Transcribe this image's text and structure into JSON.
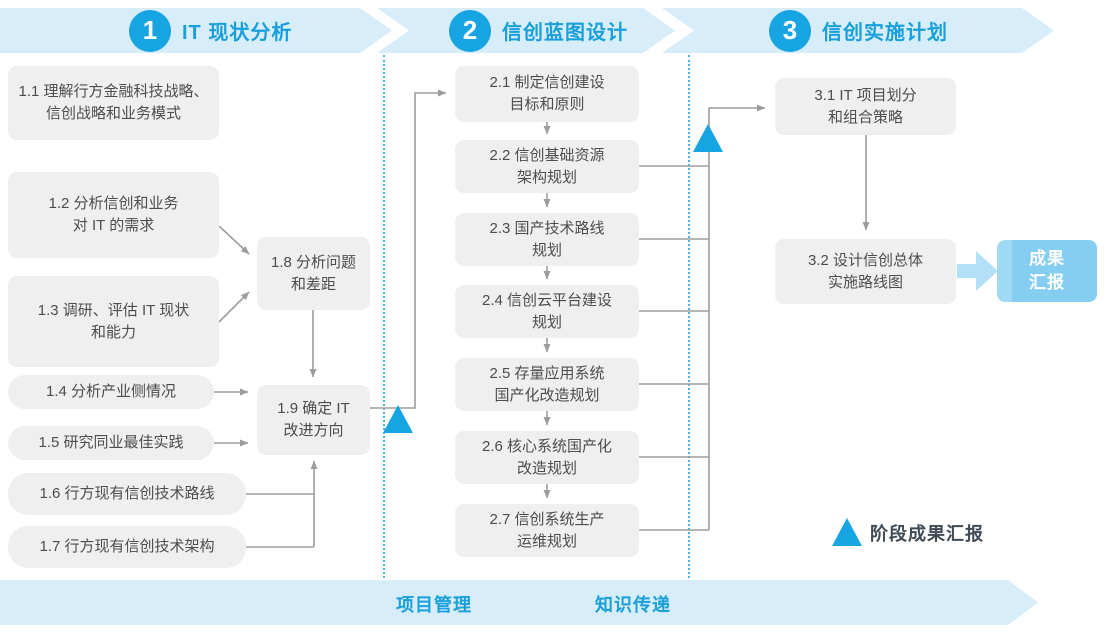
{
  "palette": {
    "accent_blue": "#17a4e3",
    "banner_bg": "#d7edf9",
    "title_blue": "#189fdc",
    "box_bg": "#efefef",
    "box_text": "#4d4d4d",
    "connector_gray": "#9d9d9d",
    "result_box_bg": "#85cef1",
    "thick_arrow_blue": "#b3e0f6"
  },
  "phases": [
    {
      "number": "1",
      "title": "IT 现状分析"
    },
    {
      "number": "2",
      "title": "信创蓝图设计"
    },
    {
      "number": "3",
      "title": "信创实施计划"
    }
  ],
  "phase1_boxes": [
    {
      "id": "1.1",
      "text": "1.1 理解行方金融科技战略、\n信创战略和业务模式"
    },
    {
      "id": "1.2",
      "text": "1.2 分析信创和业务\n对 IT 的需求"
    },
    {
      "id": "1.3",
      "text": "1.3 调研、评估 IT 现状\n和能力"
    },
    {
      "id": "1.4",
      "text": "1.4 分析产业侧情况"
    },
    {
      "id": "1.5",
      "text": "1.5 研究同业最佳实践"
    },
    {
      "id": "1.6",
      "text": "1.6 行方现有信创技术路线"
    },
    {
      "id": "1.7",
      "text": "1.7 行方现有信创技术架构"
    },
    {
      "id": "1.8",
      "text": "1.8 分析问题\n和差距"
    },
    {
      "id": "1.9",
      "text": "1.9 确定 IT\n改进方向"
    }
  ],
  "phase2_boxes": [
    {
      "id": "2.1",
      "text": "2.1 制定信创建设\n目标和原则"
    },
    {
      "id": "2.2",
      "text": "2.2 信创基础资源\n架构规划"
    },
    {
      "id": "2.3",
      "text": "2.3 国产技术路线\n规划"
    },
    {
      "id": "2.4",
      "text": "2.4 信创云平台建设\n规划"
    },
    {
      "id": "2.5",
      "text": "2.5 存量应用系统\n国产化改造规划"
    },
    {
      "id": "2.6",
      "text": "2.6 核心系统国产化\n改造规划"
    },
    {
      "id": "2.7",
      "text": "2.7 信创系统生产\n运维规划"
    }
  ],
  "phase3_boxes": [
    {
      "id": "3.1",
      "text": "3.1 IT 项目划分\n和组合策略"
    },
    {
      "id": "3.2",
      "text": "3.2 设计信创总体\n实施路线图"
    }
  ],
  "result_box": {
    "text": "成果\n汇报"
  },
  "legend": {
    "label": "阶段成果汇报"
  },
  "footer": {
    "left_label": "项目管理",
    "right_label": "知识传递"
  }
}
